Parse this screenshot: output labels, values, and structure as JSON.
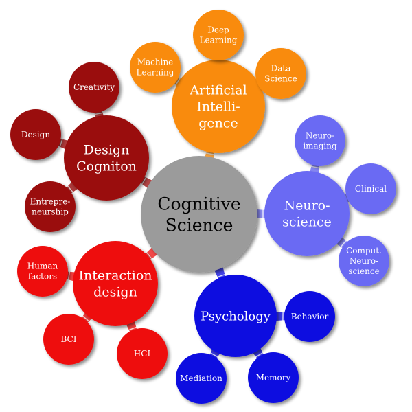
{
  "center": {
    "lines": [
      "Cognitive",
      "Science"
    ],
    "color": "#9b9b9b"
  },
  "branches": [
    {
      "id": "ai",
      "lines": [
        "Artificial",
        "Intelli-",
        "gence"
      ],
      "color": "#f98b0a",
      "children": [
        {
          "id": "deep-learning",
          "lines": [
            "Deep",
            "Learning"
          ]
        },
        {
          "id": "machine-learning",
          "lines": [
            "Machine",
            "Learning"
          ]
        },
        {
          "id": "data-science",
          "lines": [
            "Data",
            "Science"
          ]
        }
      ]
    },
    {
      "id": "neuroscience",
      "lines": [
        "Neuro-",
        "science"
      ],
      "color": "#6b6bf3",
      "children": [
        {
          "id": "neuroimaging",
          "lines": [
            "Neuro-",
            "imaging"
          ]
        },
        {
          "id": "clinical",
          "lines": [
            "Clinical"
          ]
        },
        {
          "id": "comput-neuroscience",
          "lines": [
            "Comput.",
            "Neuro-",
            "science"
          ]
        }
      ]
    },
    {
      "id": "psychology",
      "lines": [
        "Psychology"
      ],
      "color": "#0b0be0",
      "children": [
        {
          "id": "behavior",
          "lines": [
            "Behavior"
          ]
        },
        {
          "id": "memory",
          "lines": [
            "Memory"
          ]
        },
        {
          "id": "mediation",
          "lines": [
            "Mediation"
          ]
        }
      ]
    },
    {
      "id": "interaction-design",
      "lines": [
        "Interaction",
        "design"
      ],
      "color": "#ee1111",
      "children": [
        {
          "id": "human-factors",
          "lines": [
            "Human",
            "factors"
          ]
        },
        {
          "id": "bci",
          "lines": [
            "BCI"
          ]
        },
        {
          "id": "hci",
          "lines": [
            "HCI"
          ]
        }
      ]
    },
    {
      "id": "design-cognition",
      "lines": [
        "Design",
        "Cogniton"
      ],
      "color": "#9a0b0b",
      "children": [
        {
          "id": "creativity",
          "lines": [
            "Creativity"
          ]
        },
        {
          "id": "design",
          "lines": [
            "Design"
          ]
        },
        {
          "id": "entrepreneurship",
          "lines": [
            "Entrepre-",
            "neurship"
          ]
        }
      ]
    }
  ]
}
